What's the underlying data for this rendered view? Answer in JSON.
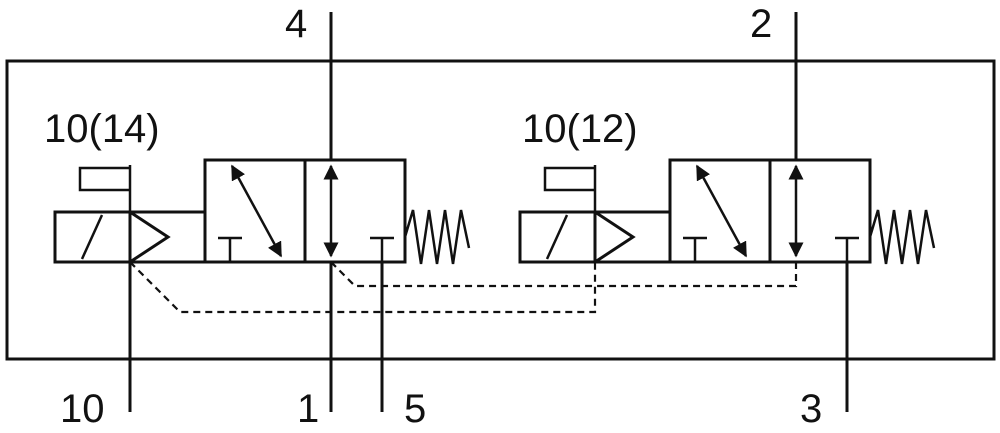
{
  "diagram": {
    "ports": {
      "top_left": "4",
      "top_right": "2",
      "bottom_pilot": "10",
      "bottom_supply": "1",
      "bottom_exhaust_a": "5",
      "bottom_exhaust_b": "3"
    },
    "pilot_labels": {
      "left": "10(14)",
      "right": "10(12)"
    }
  }
}
